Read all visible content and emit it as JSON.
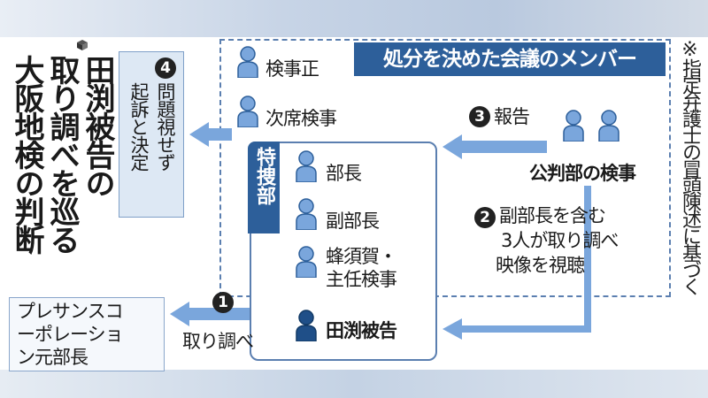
{
  "headline": [
    "田渕被告の",
    "取り調べを巡る",
    "大阪地検の判断"
  ],
  "side_note": "※指定弁護士の冒頭陳述に基づく",
  "meeting_box": {
    "title": "処分を決めた会議のメンバー"
  },
  "decision": {
    "number": "4",
    "lines": [
      "問題視せず",
      "起訴と決定"
    ]
  },
  "members": {
    "chief_prosecutor": "検事正",
    "deputy_chief": "次席検事"
  },
  "tokuso": {
    "tag": "特捜部",
    "members": [
      "部長",
      "副部長",
      "蜂須賀・",
      "主任検事"
    ],
    "defendant": "田渕被告"
  },
  "report": {
    "number": "3",
    "label": "報告"
  },
  "public_trial": {
    "label": "公判部の検事"
  },
  "viewing": {
    "number": "2",
    "lines": [
      "副部長を含む",
      "3人が取り調べ",
      "映像を視聴"
    ]
  },
  "interrogation": {
    "number": "1",
    "label": "取り調べ"
  },
  "former": {
    "lines": [
      "プレサンスコ",
      "ーポレーショ",
      "ン元部長"
    ]
  },
  "colors": {
    "dark_blue": "#2d5f9a",
    "light_blue": "#7aa6dc",
    "box_fill": "#dde8f4"
  }
}
